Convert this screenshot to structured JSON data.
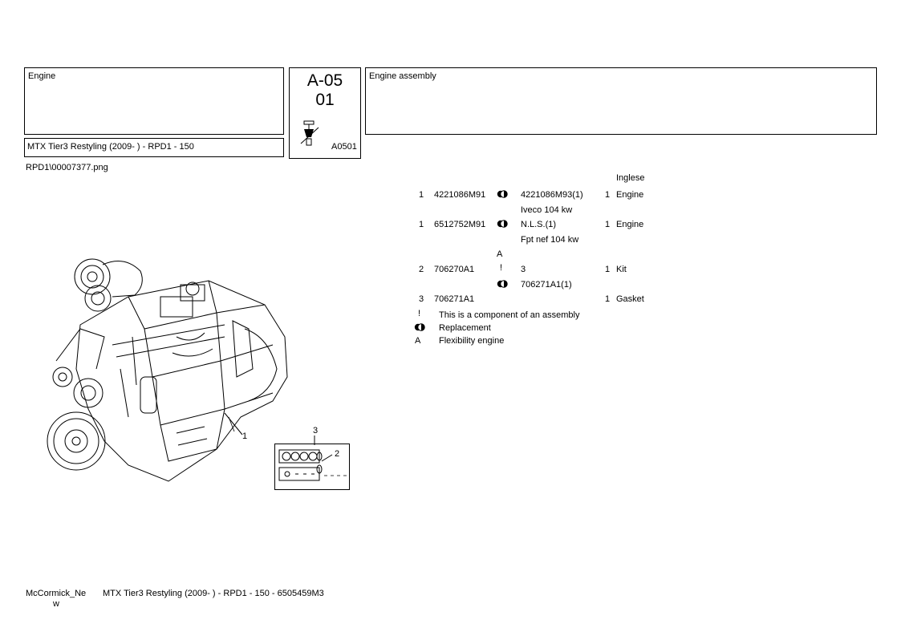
{
  "header": {
    "group": "Engine",
    "model": "MTX Tier3 Restyling (2009-    ) - RPD1 - 150",
    "code_line1": "A-05",
    "code_line2": "01",
    "code_small": "A0501",
    "description": "Engine assembly"
  },
  "image_file": "RPD1\\00007377.png",
  "language_label": "Inglese",
  "callouts": [
    "1",
    "2",
    "3"
  ],
  "parts": [
    {
      "ref": "1",
      "part": "4221086M91",
      "sub": "4221086M93(1)",
      "qty": "1",
      "desc": "Engine",
      "note": "Iveco 104 kw",
      "icon": "replacement"
    },
    {
      "ref": "1",
      "part": "6512752M91",
      "sub": "N.L.S.(1)",
      "qty": "1",
      "desc": "Engine",
      "note": "Fpt nef 104 kw",
      "icon": "replacement"
    },
    {
      "flag": "A"
    },
    {
      "ref": "2",
      "part": "706270A1",
      "sub": "3",
      "qty": "1",
      "desc": "Kit",
      "sym": "!"
    },
    {
      "sub": "706271A1(1)",
      "icon": "replacement"
    },
    {
      "ref": "3",
      "part": "706271A1",
      "qty": "1",
      "desc": "Gasket"
    }
  ],
  "legend": [
    {
      "sym": "!",
      "text": "This is a component of an assembly"
    },
    {
      "icon": "replacement",
      "text": "Replacement"
    },
    {
      "sym": "A",
      "text": "Flexibility engine"
    }
  ],
  "footer": {
    "brand_line1": "McCormick_Ne",
    "brand_line2": "w",
    "doc": "MTX Tier3 Restyling (2009-    ) - RPD1 - 150 - 6505459M3"
  }
}
